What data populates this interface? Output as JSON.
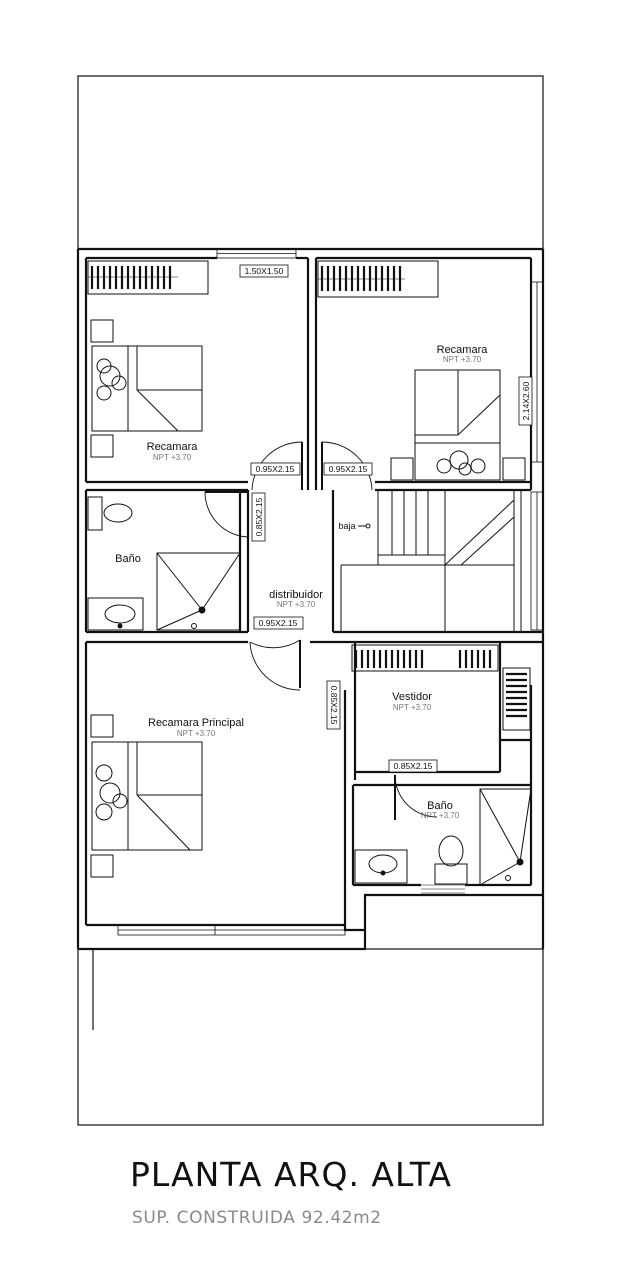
{
  "rooms": {
    "recamara_left": {
      "name": "Recamara",
      "level": "NPT +3.70"
    },
    "recamara_right": {
      "name": "Recamara",
      "level": "NPT +3.70"
    },
    "bano_left": {
      "name": "Baño"
    },
    "distribuidor": {
      "name": "distribuidor",
      "level": "NPT +3.70"
    },
    "recamara_principal": {
      "name": "Recamara Principal",
      "level": "NPT +3.70"
    },
    "vestidor": {
      "name": "Vestidor",
      "level": "NPT +3.70"
    },
    "bano_right": {
      "name": "Baño",
      "level": "NPT +3.70"
    }
  },
  "stairs_label": "baja",
  "openings": {
    "window_top": "1.50X1.50",
    "window_right": "2.14X2.60",
    "door_recamara_left": "0.95X2.15",
    "door_recamara_right": "0.95X2.15",
    "door_bano_left": "0.85X2.15",
    "door_principal": "0.95X2.15",
    "door_vestidor": "0.85X2.15",
    "door_bano_right": "0.85X2.15"
  },
  "footer": {
    "title": "PLANTA ARQ. ALTA",
    "subtitle": "SUP. CONSTRUIDA  92.42m2"
  }
}
